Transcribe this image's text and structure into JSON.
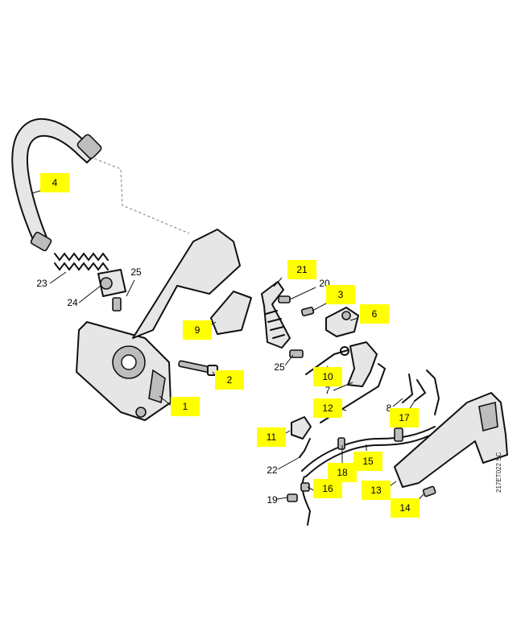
{
  "callouts": [
    {
      "id": "c4",
      "label": "4",
      "highlight": true
    },
    {
      "id": "c21",
      "label": "21",
      "highlight": true
    },
    {
      "id": "c20",
      "label": "20",
      "highlight": false
    },
    {
      "id": "c3",
      "label": "3",
      "highlight": true
    },
    {
      "id": "c6",
      "label": "6",
      "highlight": true
    },
    {
      "id": "c25a",
      "label": "25",
      "highlight": false
    },
    {
      "id": "c23",
      "label": "23",
      "highlight": false
    },
    {
      "id": "c24",
      "label": "24",
      "highlight": false
    },
    {
      "id": "c9",
      "label": "9",
      "highlight": true
    },
    {
      "id": "c25b",
      "label": "25",
      "highlight": false
    },
    {
      "id": "c10",
      "label": "10",
      "highlight": true
    },
    {
      "id": "c2",
      "label": "2",
      "highlight": true
    },
    {
      "id": "c7",
      "label": "7",
      "highlight": false
    },
    {
      "id": "c1",
      "label": "1",
      "highlight": true
    },
    {
      "id": "c12",
      "label": "12",
      "highlight": true
    },
    {
      "id": "c8",
      "label": "8",
      "highlight": false
    },
    {
      "id": "c17",
      "label": "17",
      "highlight": true
    },
    {
      "id": "c11",
      "label": "11",
      "highlight": true
    },
    {
      "id": "c22",
      "label": "22",
      "highlight": false
    },
    {
      "id": "c18",
      "label": "18",
      "highlight": true
    },
    {
      "id": "c15",
      "label": "15",
      "highlight": true
    },
    {
      "id": "c16",
      "label": "16",
      "highlight": true
    },
    {
      "id": "c13",
      "label": "13",
      "highlight": true
    },
    {
      "id": "c19",
      "label": "19",
      "highlight": false
    },
    {
      "id": "c14",
      "label": "14",
      "highlight": true
    }
  ],
  "drawing_code": "217ET022 SC",
  "colors": {
    "highlight": "#ffff00",
    "line": "#111111",
    "fill": "#e6e6e6"
  }
}
